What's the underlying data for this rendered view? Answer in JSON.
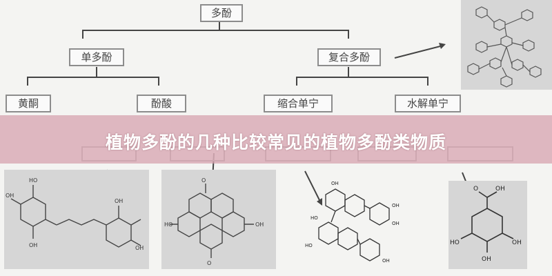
{
  "diagram": {
    "root": "多酚",
    "level1": {
      "left": "单多酚",
      "right": "复合多酚"
    },
    "level2": {
      "a": "黄酮",
      "b": "酚酸",
      "c": "缩合单宁",
      "d": "水解单宁"
    }
  },
  "banner": {
    "title": "植物多酚的几种比较常见的植物多酚类物质"
  }
}
